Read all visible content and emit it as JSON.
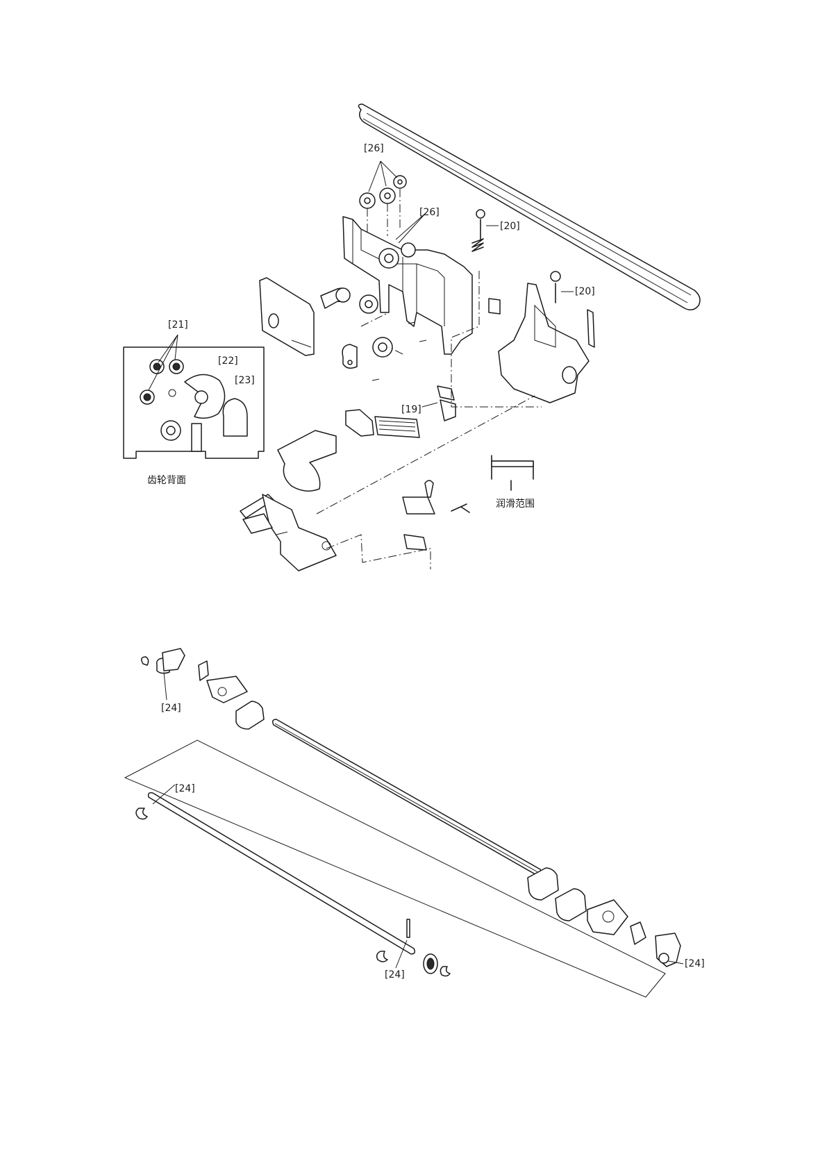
{
  "labels": {
    "l26a": "[26]",
    "l26b": "[26]",
    "l20a": "[20]",
    "l20b": "[20]",
    "l21": "[21]",
    "l22": "[22]",
    "l23": "[23]",
    "l19": "[19]",
    "gear_back": "齿轮背面",
    "lube_range": "润滑范围",
    "l24a": "[24]",
    "l24b": "[24]",
    "l24c": "[24]",
    "l24d": "[24]"
  },
  "colors": {
    "line": "#1a1a1a",
    "paper": "#ffffff"
  }
}
